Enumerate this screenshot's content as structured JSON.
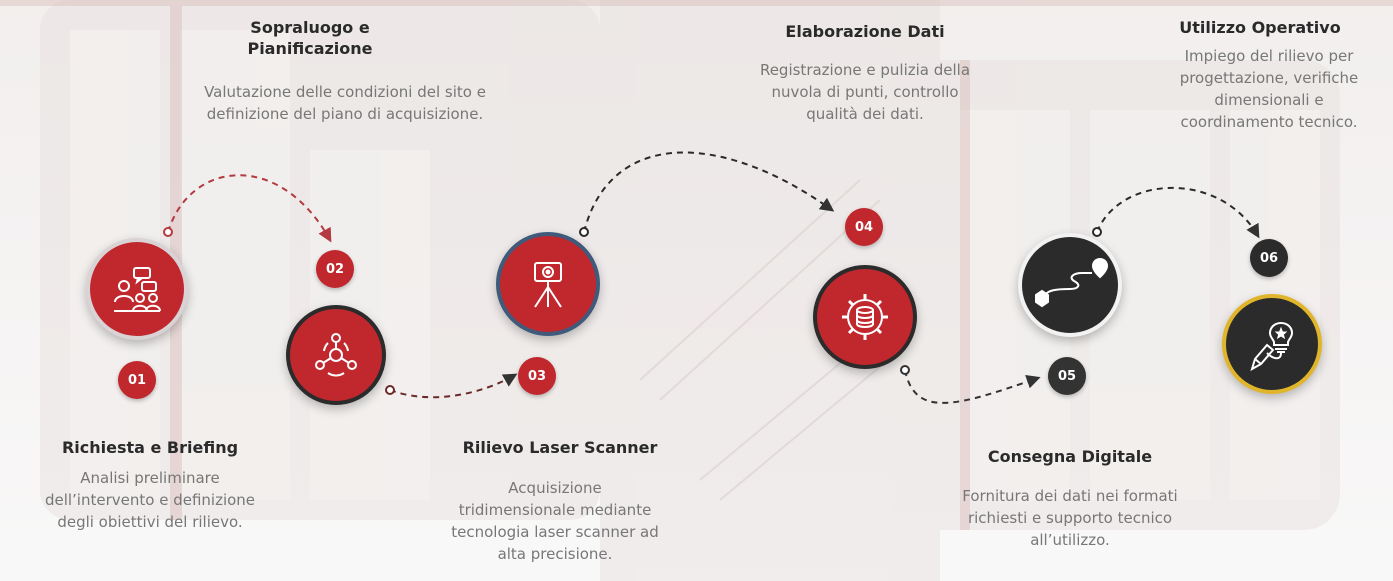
{
  "colors": {
    "accent": "#c0282e",
    "dark": "#2b2b2b",
    "gold": "#e0b52b",
    "title_text": "#2a2a2a",
    "desc_text": "#777777"
  },
  "steps": [
    {
      "number": "01",
      "title": "Richiesta e Briefing",
      "desc": [
        "Analisi preliminare",
        "dell’intervento e definizione",
        "degli obiettivi del rilievo."
      ],
      "icon": "meeting-people-icon"
    },
    {
      "number": "02",
      "title": [
        "Sopraluogo e",
        "Pianificazione"
      ],
      "desc": [
        "Valutazione delle condizioni del sito e",
        "definizione del piano di acquisizione."
      ],
      "icon": "planning-network-icon"
    },
    {
      "number": "03",
      "title": "Rilievo Laser Scanner",
      "desc": [
        "Acquisizione",
        "tridimensionale mediante",
        "tecnologia laser scanner ad",
        "alta precisione."
      ],
      "icon": "laser-scanner-tripod-icon"
    },
    {
      "number": "04",
      "title": "Elaborazione Dati",
      "desc": [
        "Registrazione e pulizia della",
        "nuvola di punti, controllo",
        "qualità dei dati."
      ],
      "icon": "gear-database-icon"
    },
    {
      "number": "05",
      "title": "Consegna Digitale",
      "desc": [
        "Fornitura dei dati nei formati",
        "richiesti e supporto tecnico",
        "all’utilizzo."
      ],
      "icon": "route-path-icon"
    },
    {
      "number": "06",
      "title": "Utilizzo Operativo",
      "desc": [
        "Impiego del rilievo per",
        "progettazione, verifiche",
        "dimensionali e",
        "coordinamento tecnico."
      ],
      "icon": "pencil-lightbulb-icon"
    }
  ]
}
